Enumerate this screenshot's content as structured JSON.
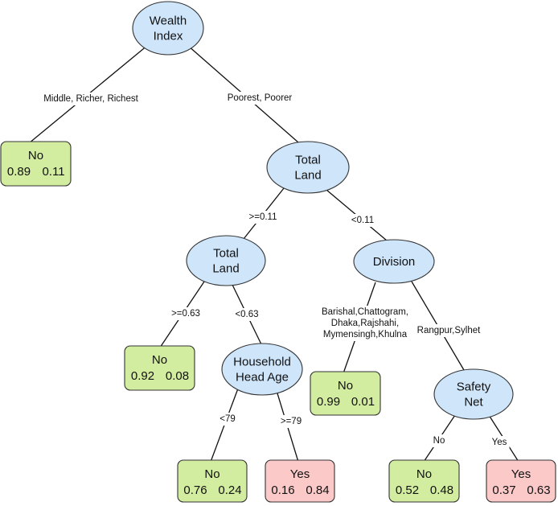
{
  "colors": {
    "split_fill": "#cfe5fa",
    "leaf_no_fill": "#d3eda0",
    "leaf_yes_fill": "#fcc9c9",
    "stroke": "#333333",
    "edge": "#111111"
  },
  "splits": {
    "wealth": {
      "lines": [
        "Wealth",
        "Index"
      ]
    },
    "land1": {
      "lines": [
        "Total",
        "Land"
      ]
    },
    "land2": {
      "lines": [
        "Total",
        "Land"
      ]
    },
    "division": {
      "lines": [
        "Division"
      ]
    },
    "age": {
      "lines": [
        "Household",
        "Head Age"
      ]
    },
    "safety": {
      "lines": [
        "Safety",
        "Net"
      ]
    }
  },
  "leaves": {
    "l1": {
      "label": "No",
      "values": [
        "0.89",
        "0.11"
      ],
      "outcome": "no"
    },
    "l2": {
      "label": "No",
      "values": [
        "0.92",
        "0.08"
      ],
      "outcome": "no"
    },
    "l3": {
      "label": "No",
      "values": [
        "0.76",
        "0.24"
      ],
      "outcome": "no"
    },
    "l4": {
      "label": "Yes",
      "values": [
        "0.16",
        "0.84"
      ],
      "outcome": "yes"
    },
    "l5": {
      "label": "No",
      "values": [
        "0.99",
        "0.01"
      ],
      "outcome": "no"
    },
    "l6": {
      "label": "No",
      "values": [
        "0.52",
        "0.48"
      ],
      "outcome": "no"
    },
    "l7": {
      "label": "Yes",
      "values": [
        "0.37",
        "0.63"
      ],
      "outcome": "yes"
    }
  },
  "edges": [
    {
      "from": "wealth",
      "to": "l1",
      "label": [
        "Middle, Richer, Richest"
      ]
    },
    {
      "from": "wealth",
      "to": "land1",
      "label": [
        "Poorest, Poorer"
      ]
    },
    {
      "from": "land1",
      "to": "land2",
      "label": [
        ">=0.11"
      ]
    },
    {
      "from": "land1",
      "to": "division",
      "label": [
        "<0.11"
      ]
    },
    {
      "from": "land2",
      "to": "l2",
      "label": [
        ">=0.63"
      ]
    },
    {
      "from": "land2",
      "to": "age",
      "label": [
        "<0.63"
      ]
    },
    {
      "from": "age",
      "to": "l3",
      "label": [
        "<79"
      ]
    },
    {
      "from": "age",
      "to": "l4",
      "label": [
        ">=79"
      ]
    },
    {
      "from": "division",
      "to": "l5",
      "label": [
        "Barishal,Chattogram,",
        "Dhaka,Rajshahi,",
        "Mymensingh,Khulna"
      ]
    },
    {
      "from": "division",
      "to": "safety",
      "label": [
        "Rangpur,Sylhet"
      ]
    },
    {
      "from": "safety",
      "to": "l6",
      "label": [
        "No"
      ]
    },
    {
      "from": "safety",
      "to": "l7",
      "label": [
        "Yes"
      ]
    }
  ]
}
